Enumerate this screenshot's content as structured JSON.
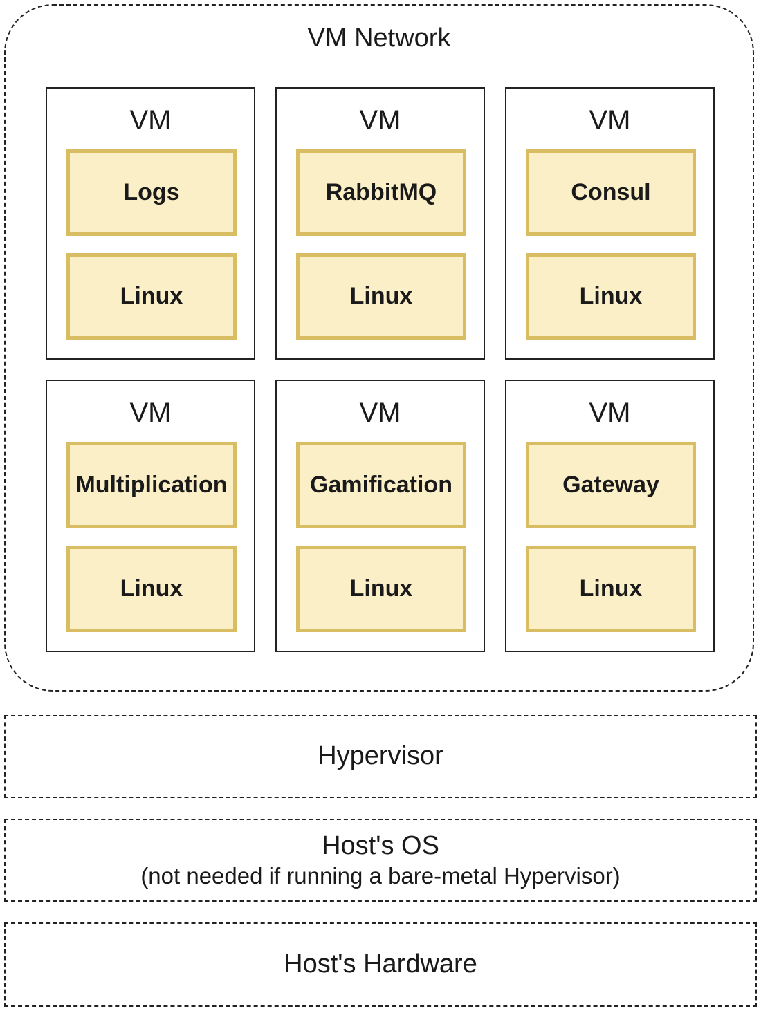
{
  "network": {
    "title": "VM Network",
    "vms": [
      {
        "title": "VM",
        "app": "Logs",
        "os": "Linux"
      },
      {
        "title": "VM",
        "app": "RabbitMQ",
        "os": "Linux"
      },
      {
        "title": "VM",
        "app": "Consul",
        "os": "Linux"
      },
      {
        "title": "VM",
        "app": "Multiplication",
        "os": "Linux"
      },
      {
        "title": "VM",
        "app": "Gamification",
        "os": "Linux"
      },
      {
        "title": "VM",
        "app": "Gateway",
        "os": "Linux"
      }
    ]
  },
  "hypervisor": {
    "title": "Hypervisor"
  },
  "host_os": {
    "title": "Host's OS",
    "note": "(not needed if running a bare-metal Hypervisor)"
  },
  "host_hardware": {
    "title": "Host's Hardware"
  },
  "colors": {
    "layer_fill": "#fbefc8",
    "layer_border": "#d9bd63",
    "line": "#222222"
  }
}
